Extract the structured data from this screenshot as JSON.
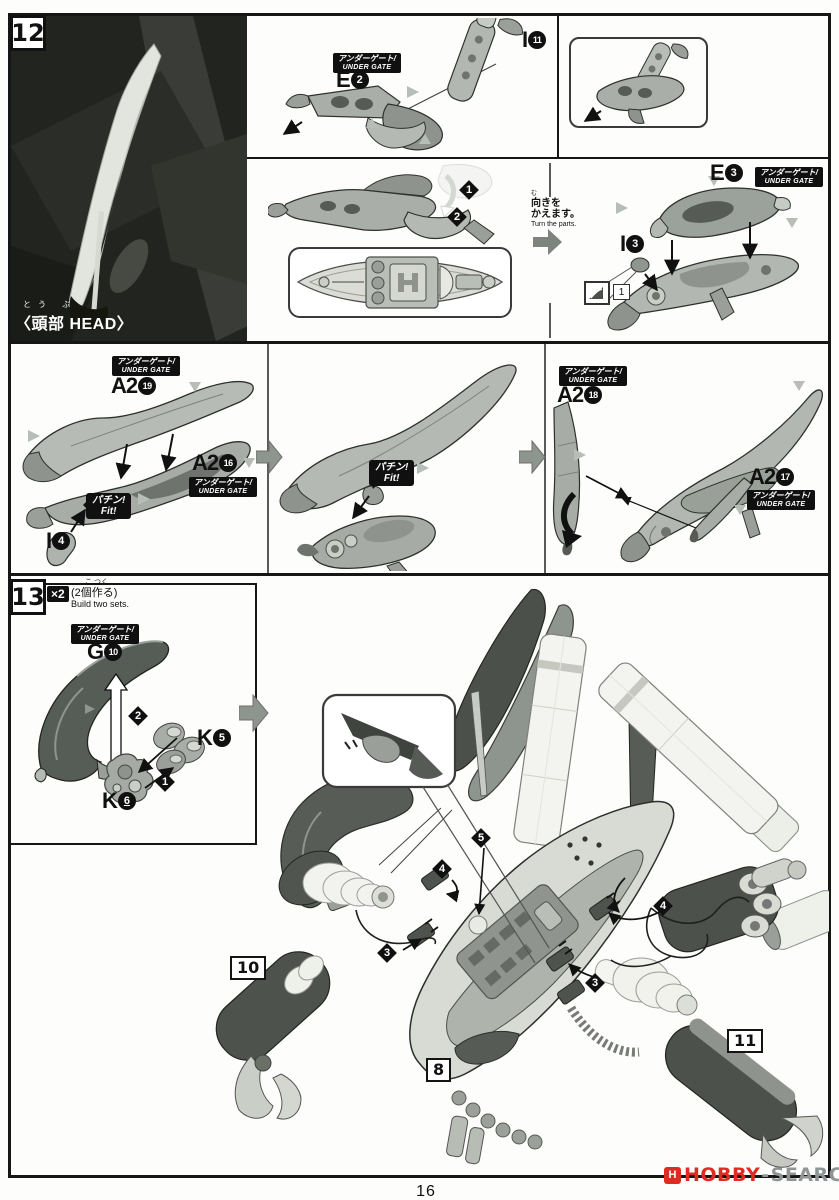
{
  "page": {
    "number": "16"
  },
  "watermark": {
    "left": "HOBBY",
    "sep": "-",
    "right": "SEARCH",
    "accent": "#e02b22",
    "gray": "#8f9595"
  },
  "shared": {
    "undergate_jp": "アンダーゲート/",
    "undergate_en": "UNDER GATE",
    "fit_jp": "パチン!",
    "fit_en": "Fit!"
  },
  "step12": {
    "number": "12",
    "caption_furigana": "とう ぶ",
    "caption": "〈頭部 HEAD〉",
    "row1": {
      "e": "E",
      "e_num": "2",
      "i": "I",
      "i_num": "11"
    },
    "row2": {
      "d1": "1",
      "d2": "2",
      "turn_furi": "む",
      "turn_jp1": "向きを",
      "turn_jp2": "かえます。",
      "turn_en": "Turn the parts.",
      "e": "E",
      "e_num": "3",
      "i": "I",
      "i_num": "3",
      "seal_num": "1"
    }
  },
  "a2panel": {
    "left": {
      "a19": "A2",
      "a19_num": "19",
      "a16": "A2",
      "a16_num": "16",
      "i": "I",
      "i_num": "4"
    },
    "right": {
      "a18": "A2",
      "a18_num": "18",
      "a17": "A2",
      "a17_num": "17"
    }
  },
  "step13": {
    "number": "13",
    "x2": "×2",
    "make_furi": "こ つく",
    "make_jp": "(2個作る)",
    "make_en": "Build two sets.",
    "g": "G",
    "g_num": "10",
    "k5": "K",
    "k5_num": "5",
    "k6": "K",
    "k6_num": "6",
    "d1": "1",
    "d2": "2",
    "callout_10": "10",
    "callout_8": "8",
    "callout_11": "11",
    "d3_left": "3",
    "d4_left": "4",
    "d5": "5",
    "d4_right": "4",
    "d3_right": "3"
  }
}
